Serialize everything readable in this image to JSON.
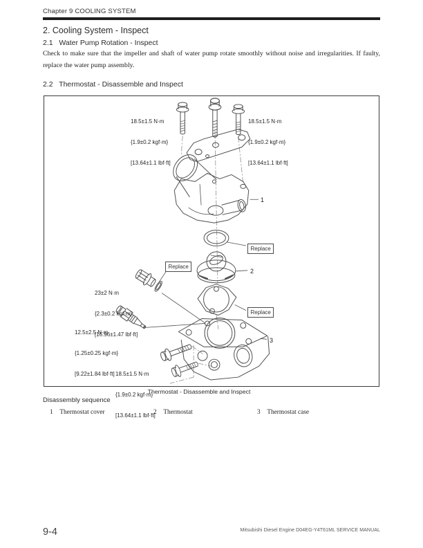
{
  "header": {
    "chapter_title": "Chapter 9 COOLING SYSTEM"
  },
  "sections": {
    "main_title": "2. Cooling System - Inspect",
    "sub1_title": "2.1   Water Pump Rotation - Inspect",
    "sub1_body": "Check to make sure that the impeller and shaft of water pump rotate smoothly without noise and irregularities. If faulty, replace the water pump assembly.",
    "sub2_title": "2.2   Thermostat - Disassemble and Inspect"
  },
  "figure": {
    "caption": "Thermostat - Disassemble and Inspect",
    "torque_labels": [
      {
        "location": "cover-bolts-left",
        "lines": [
          "18.5±1.5 N·m",
          "{1.9±0.2 kgf·m}",
          "[13.64±1.1 lbf·ft]"
        ]
      },
      {
        "location": "cover-bolts-right",
        "lines": [
          "18.5±1.5 N·m",
          "{1.9±0.2 kgf·m}",
          "[13.64±1.1 lbf·ft]"
        ]
      },
      {
        "location": "plug",
        "lines": [
          "23±2 N·m",
          "{2.3±0.2 kgf·m}",
          "[16.96±1.47 lbf·ft]"
        ]
      },
      {
        "location": "water-temp-sensor",
        "lines": [
          "12.5±2.5 N·m",
          "{1.25±0.25 kgf·m}",
          "[9.22±1.84 lbf·ft]"
        ]
      },
      {
        "location": "case-bolts",
        "lines": [
          "18.5±1.5 N·m",
          "{1.9±0.2 kgf·m}",
          "[13.64±1.1 lbf·ft]"
        ]
      }
    ],
    "replace_labels": [
      "Replace",
      "Replace",
      "Replace"
    ],
    "callouts": [
      "1",
      "2",
      "3"
    ]
  },
  "disassembly": {
    "title": "Disassembly sequence",
    "items": [
      {
        "num": "1",
        "label": "Thermostat cover"
      },
      {
        "num": "2",
        "label": "Thermostat"
      },
      {
        "num": "3",
        "label": "Thermostat case"
      }
    ]
  },
  "footer": {
    "page_number": "9-4",
    "manual_title": "Mitsubishi Diesel Engine D04EG-Y4T61ML SERVICE MANUAL"
  }
}
